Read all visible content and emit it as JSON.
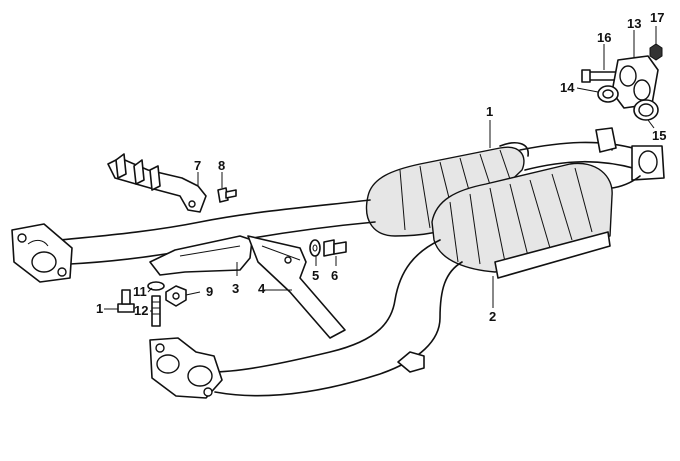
{
  "callouts": {
    "c1": "1",
    "c2": "2",
    "c3": "3",
    "c4": "4",
    "c5": "5",
    "c6": "6",
    "c7": "7",
    "c8": "8",
    "c9": "9",
    "c10": "1",
    "c11": "11",
    "c12": "12",
    "c13": "13",
    "c14": "14",
    "c15": "15",
    "c16": "16",
    "c17": "17"
  }
}
